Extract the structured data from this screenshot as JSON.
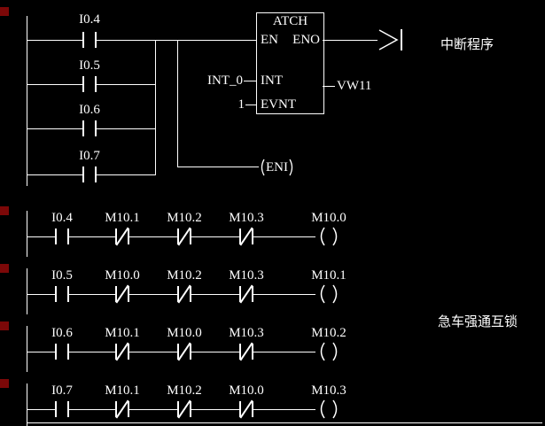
{
  "colors": {
    "bg": "#000000",
    "fg": "#ffffff",
    "marker": "#7c0808"
  },
  "interrupt_network": {
    "branch_contacts": [
      {
        "label": "I0.4",
        "type": "normally-open"
      },
      {
        "label": "I0.5",
        "type": "normally-open"
      },
      {
        "label": "I0.6",
        "type": "normally-open"
      },
      {
        "label": "I0.7",
        "type": "normally-open"
      }
    ],
    "instruction_box": {
      "title": "ATCH",
      "pins": {
        "en": "EN",
        "eno": "ENO",
        "int": "INT",
        "evnt": "EVNT"
      },
      "int_operand": "INT_0",
      "evnt_operand": "1",
      "output_operand": "VW11"
    },
    "eni_coil_label": "ENI",
    "comment": "中断程序"
  },
  "interlock": {
    "comment": "急车强通互锁",
    "rungs": [
      {
        "contacts": [
          {
            "label": "I0.4",
            "type": "normally-open"
          },
          {
            "label": "M10.1",
            "type": "normally-closed"
          },
          {
            "label": "M10.2",
            "type": "normally-closed"
          },
          {
            "label": "M10.3",
            "type": "normally-closed"
          }
        ],
        "coil": "M10.0"
      },
      {
        "contacts": [
          {
            "label": "I0.5",
            "type": "normally-open"
          },
          {
            "label": "M10.0",
            "type": "normally-closed"
          },
          {
            "label": "M10.2",
            "type": "normally-closed"
          },
          {
            "label": "M10.3",
            "type": "normally-closed"
          }
        ],
        "coil": "M10.1"
      },
      {
        "contacts": [
          {
            "label": "I0.6",
            "type": "normally-open"
          },
          {
            "label": "M10.1",
            "type": "normally-closed"
          },
          {
            "label": "M10.0",
            "type": "normally-closed"
          },
          {
            "label": "M10.3",
            "type": "normally-closed"
          }
        ],
        "coil": "M10.2"
      },
      {
        "contacts": [
          {
            "label": "I0.7",
            "type": "normally-open"
          },
          {
            "label": "M10.1",
            "type": "normally-closed"
          },
          {
            "label": "M10.2",
            "type": "normally-closed"
          },
          {
            "label": "M10.0",
            "type": "normally-closed"
          }
        ],
        "coil": "M10.3"
      }
    ]
  }
}
